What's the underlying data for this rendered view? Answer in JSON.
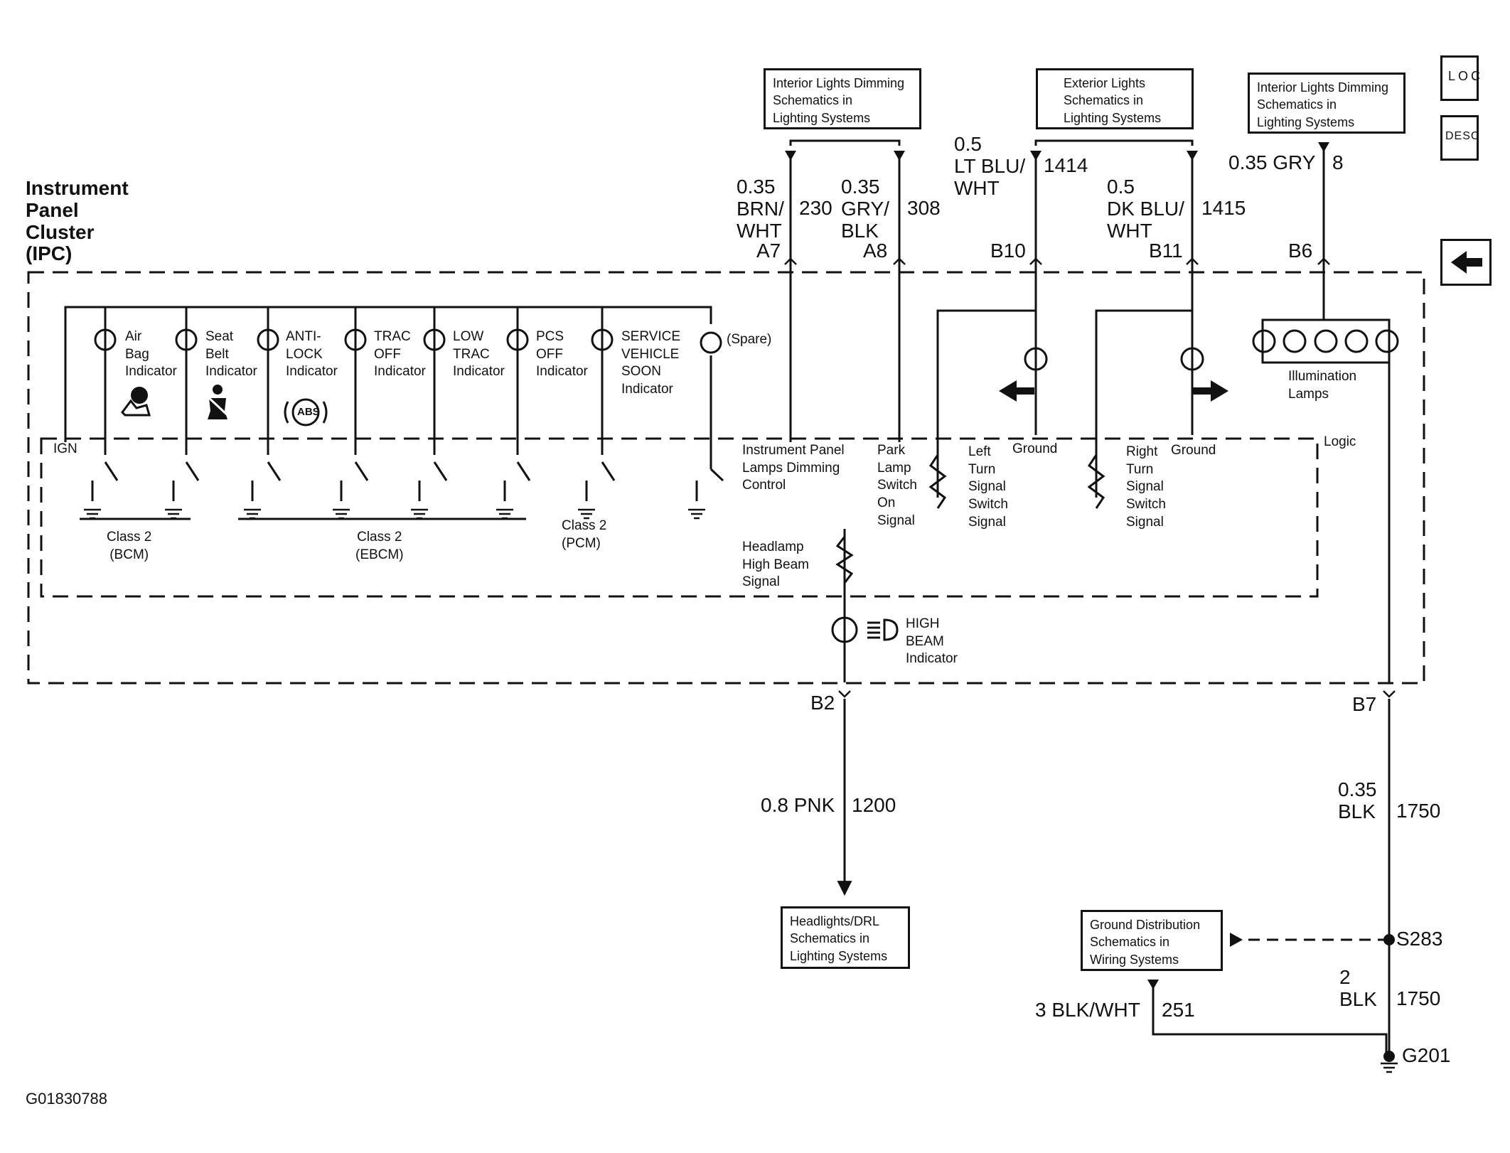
{
  "ipc_title": "Instrument\nPanel\nCluster\n(IPC)",
  "logic_label": "Logic",
  "ign_label": "IGN",
  "figure_id": "G01830788",
  "nav_buttons": {
    "loc_label": "LOC",
    "desc_label": "DESC",
    "back_icon": "left-arrow-icon"
  },
  "ref_boxes": {
    "interior_dim_1": "Interior Lights Dimming\nSchematics in\nLighting Systems",
    "exterior": "Exterior Lights\nSchematics in\nLighting Systems",
    "interior_dim_2": "Interior Lights Dimming\nSchematics in\nLighting Systems",
    "headlights": "Headlights/DRL\nSchematics in\nLighting Systems",
    "ground_dist": "Ground Distribution\nSchematics in\nWiring Systems"
  },
  "wires": {
    "a7": {
      "color": "0.35\nBRN/\nWHT",
      "circuit": "230",
      "pin": "A7"
    },
    "a8": {
      "color": "0.35\nGRY/\nBLK",
      "circuit": "308",
      "pin": "A8"
    },
    "b10": {
      "color": "0.5\nLT BLU/\nWHT",
      "circuit": "1414",
      "pin": "B10"
    },
    "b11": {
      "color": "0.5\nDK BLU/\nWHT",
      "circuit": "1415",
      "pin": "B11"
    },
    "b6": {
      "color": "0.35 GRY",
      "circuit": "8",
      "pin": "B6"
    },
    "b2": {
      "color": "0.8 PNK",
      "circuit": "1200",
      "pin": "B2"
    },
    "b7": {
      "color": "0.35\nBLK",
      "circuit": "1750",
      "pin": "B7"
    },
    "s283_g201": {
      "color": "2\nBLK",
      "circuit": "1750"
    },
    "gd": {
      "color": "3 BLK/WHT",
      "circuit": "251"
    }
  },
  "splice_label": "S283",
  "ground_label": "G201",
  "indicators": [
    {
      "label": "Air\nBag\nIndicator",
      "icon": "airbag-icon"
    },
    {
      "label": "Seat\nBelt\nIndicator",
      "icon": "seatbelt-icon"
    },
    {
      "label": "ANTI-\nLOCK\nIndicator",
      "icon": "abs-icon",
      "icon_text": "ABS"
    },
    {
      "label": "TRAC\nOFF\nIndicator"
    },
    {
      "label": "LOW\nTRAC\nIndicator"
    },
    {
      "label": "PCS\nOFF\nIndicator"
    },
    {
      "label": "SERVICE\nVEHICLE\nSOON\nIndicator"
    },
    {
      "label": "(Spare)"
    }
  ],
  "modules": {
    "bcm": "Class 2\n(BCM)",
    "ebcm": "Class 2\n(EBCM)",
    "pcm": "Class 2\n(PCM)"
  },
  "logic_labels": {
    "dimming": "Instrument Panel\nLamps Dimming\nControl",
    "park": "Park\nLamp\nSwitch\nOn\nSignal",
    "left_turn": "Left\nTurn\nSignal\nSwitch\nSignal",
    "ground_left": "Ground",
    "right_turn": "Right\nTurn\nSignal\nSwitch\nSignal",
    "ground_right": "Ground",
    "headlamp": "Headlamp\nHigh Beam\nSignal",
    "high_beam": "HIGH\nBEAM\nIndicator",
    "illumination": "Illumination\nLamps"
  }
}
